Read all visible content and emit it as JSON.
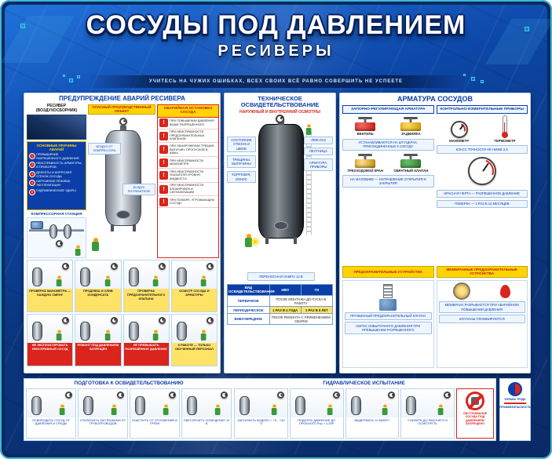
{
  "colors": {
    "frame": "#0a2a5e",
    "accent_cyan": "#3fb6d9",
    "heading_blue": "#0b3ea8",
    "warning_yellow": "#ffd400",
    "alert_red": "#d9251c"
  },
  "icons": {
    "vessel": "pressure-vessel-cylinder",
    "worker": "worker-figure",
    "gauge": "pressure-gauge",
    "valve": "shutoff-valve",
    "thermometer": "thermometer",
    "safety_valve": "spring-safety-valve",
    "membrane": "rupture-membrane",
    "prohibition": "prohibition-sign",
    "lamp": "portable-lamp"
  },
  "header": {
    "title": "СОСУДЫ ПОД ДАВЛЕНИЕМ",
    "subtitle": "РЕСИВЕРЫ",
    "motto": "УЧИТЕСЬ НА ЧУЖИХ ОШИБКАХ, ВСЕХ СВОИХ ВСЁ РАВНО СОВЕРШИТЬ НЕ УСПЕЕТЕ"
  },
  "prevention": {
    "title": "ПРЕДУПРЕЖДЕНИЕ АВАРИЙ РЕСИВЕРА",
    "receiver_label": "РЕСИВЕР (ВОЗДУХОСБОРНИК)",
    "danger_band": "ОПАСНЫЙ ПРОИЗВОДСТВЕННЫЙ ОБЪЕКТ",
    "inlet_label": "ВОЗДУХ ОТ КОМПРЕССОРА",
    "outlet_label": "ВОЗДУХ ПОТРЕБИТЕЛЮ",
    "causes_title": "ОСНОВНЫЕ ПРИЧИНЫ АВАРИЙ",
    "causes": [
      "ПРЕВЫШЕНИЕ РАЗРЕШЕННОГО ДАВЛЕНИЯ",
      "НЕИСПРАВНОСТЬ АРМАТУРЫ И ПРИБОРОВ",
      "ДЕФЕКТЫ И КОРРОЗИЯ СТЕНОК СОСУДА",
      "НАРУШЕНИЕ РЕЖИМА ЭКСПЛУАТАЦИИ",
      "ГИДРАВЛИЧЕСКИЕ УДАРЫ"
    ],
    "compressor_title": "КОМПРЕССОРНАЯ СТАНЦИЯ",
    "emergency_title": "АВАРИЙНАЯ ОСТАНОВКА СОСУДА",
    "emergency_items": [
      "ПРИ ПОВЫШЕНИИ ДАВЛЕНИЯ ВЫШЕ РАЗРЕШЕННОГО",
      "ПРИ НЕИСПРАВНОСТИ ПРЕДОХРАНИТЕЛЬНЫХ КЛАПАНОВ",
      "ПРИ ОБНАРУЖЕНИИ ТРЕЩИН, ВЫПУЧИН, ПРОПУСКОВ В ШВАХ",
      "ПРИ НЕИСПРАВНОСТИ МАНОМЕТРА",
      "ПРИ НЕИСПРАВНОСТИ УКАЗАТЕЛЯ УРОВНЯ ЖИДКОСТИ",
      "ПРИ НЕИСПРАВНОСТИ БЛОКИРОВОК И СИГНАЛИЗАЦИИ",
      "ПРИ ПОЖАРЕ, УГРОЖАЮЩЕМ СОСУДУ"
    ],
    "scenes": [
      {
        "caption": "ПРОВЕРКА МАНОМЕТРА — КАЖДУЮ СМЕНУ",
        "tone": "y"
      },
      {
        "caption": "ПРОДУВКА И СЛИВ КОНДЕНСАТА",
        "tone": "y"
      },
      {
        "caption": "ПРОВЕРКА ПРЕДОХРАНИТЕЛЬНОГО КЛАПАНА",
        "tone": "y"
      },
      {
        "caption": "ОСМОТР СОСУДА И АРМАТУРЫ",
        "tone": "y"
      },
      {
        "caption": "НЕ ЭКСПЛУАТИРОВАТЬ НЕИСПРАВНЫЙ СОСУД",
        "tone": "r"
      },
      {
        "caption": "РЕМОНТ ПОД ДАВЛЕНИЕМ ЗАПРЕЩЁН",
        "tone": "r"
      },
      {
        "caption": "НЕ ПРЕВЫШАТЬ РАЗРЕШЁННОЕ ДАВЛЕНИЕ",
        "tone": "r"
      },
      {
        "caption": "К РАБОТЕ — ТОЛЬКО ОБУЧЕННЫЙ ПЕРСОНАЛ",
        "tone": "y"
      }
    ]
  },
  "inspection": {
    "title": "ТЕХНИЧЕСКОЕ ОСВИДЕТЕЛЬСТВОВАНИЕ",
    "subtitle": "НАРУЖНЫЙ И ВНУТРЕННИЙ ОСМОТРЫ",
    "callouts_left": [
      "СОСТОЯНИЕ СТЕНОК И ШВОВ",
      "ТРЕЩИНЫ, ВЫПУЧИНЫ",
      "КОРРОЗИЯ, ИЗНОС"
    ],
    "callouts_right": [
      "ЛЮК-ЛАЗ",
      "ЛЕСТНИЦА",
      "АРМАТУРА, ПРИБОРЫ"
    ],
    "lamp_note": "ПЕРЕНОСНАЯ ЛАМПА 12 В",
    "table": {
      "col_type": "ВИД ОСВИДЕТЕЛЬСТВОВАНИЯ",
      "col_nvo": "НВО",
      "col_gi": "ГИ",
      "rows": [
        {
          "label": "ПЕРВИЧНОЕ",
          "value": "ПОСЛЕ МОНТАЖА ДО ПУСКА В РАБОТУ"
        },
        {
          "label": "ПЕРИОДИЧЕСКОЕ",
          "nvo": "1 РАЗ В 4 ГОДА",
          "gi": "1 РАЗ В 8 ЛЕТ"
        },
        {
          "label": "ВНЕОЧЕРЕДНОЕ",
          "value": "ПОСЛЕ РЕМОНТА С ПРИМЕНЕНИЕМ СВАРКИ"
        }
      ]
    }
  },
  "fittings": {
    "title": "АРМАТУРА СОСУДОВ",
    "left_header": "ЗАПОРНО-РЕГУЛИРУЮЩАЯ АРМАТУРА",
    "right_header": "КОНТРОЛЬНО-ИЗМЕРИТЕЛЬНЫЕ ПРИБОРЫ",
    "valve1": "ВЕНТИЛЬ",
    "valve2": "ЗАДВИЖКА",
    "valve3": "ТРЕХХОДОВОЙ КРАН",
    "valve4": "ОБРАТНЫЙ КЛАПАН",
    "left_caption1": "УСТАНАВЛИВАЮТСЯ НА ШТУЦЕРАХ, ПРИСОЕДИНЕННЫХ К СОСУДУ",
    "left_caption2": "НА МАХОВИКЕ — НАПРАВЛЕНИЕ ОТКРЫТИЯ И ЗАКРЫТИЯ",
    "gauge_label": "МАНОМЕТР",
    "thermo_label": "ТЕРМОМЕТР",
    "right_caption1": "КЛАСС ТОЧНОСТИ НЕ НИЖЕ 2,5",
    "right_caption2": "КРАСНАЯ ЧЕРТА — РАЗРЕШЕННОЕ ДАВЛЕНИЕ",
    "right_caption3": "ПОВЕРКА — 1 РАЗ В 12 МЕСЯЦЕВ",
    "band_left": "ПРЕДОХРАНИТЕЛЬНЫЕ УСТРОЙСТВА",
    "band_right": "МЕМБРАННЫЕ ПРЕДОХРАНИТЕЛЬНЫЕ УСТРОЙСТВА",
    "safety_caption1": "ПРУЖИННЫЙ ПРЕДОХРАНИТЕЛЬНЫЙ КЛАПАН",
    "safety_caption2": "СБРОС ИЗБЫТОЧНОГО ДАВЛЕНИЯ ПРИ ПРЕВЫШЕНИИ РАЗРЕШЕННОГО",
    "membrane_caption1": "МЕМБРАНА РАЗРЫВАЕТСЯ ПРИ АВАРИЙНОМ ПОВЫШЕНИИ ДАВЛЕНИЯ",
    "membrane_caption2": "КЛАПАНЫ ПЛОМБИРУЮТСЯ"
  },
  "strip": {
    "left_title": "ПОДГОТОВКА К ОСВИДЕТЕЛЬСТВОВАНИЮ",
    "right_title": "ГИДРАВЛИЧЕСКОЕ ИСПЫТАНИЕ",
    "left_scenes": [
      "ОСВОБОДИТЬ СОСУД ОТ ДАВЛЕНИЯ И СРЕДЫ",
      "ОТКЛЮЧИТЬ ЗАГЛУШКАМИ ОТ ТРУБОПРОВОДОВ",
      "ОЧИСТИТЬ ОТ ОТЛОЖЕНИЙ И ГРЯЗИ",
      "ОБЕСПЕЧИТЬ ОСВЕЩЕНИЕ 12 В"
    ],
    "right_scenes": [
      "ЗАПОЛНИТЬ ВОДОЙ t = +5…+40 °C",
      "ПОДНЯТЬ ДАВЛЕНИЕ ДО ПРОБНОГО Рпр = 1,25Р",
      "ВЫДЕРЖАТЬ 10 МИНУТ",
      "СНИЗИТЬ ДО РАБОЧЕГО И ОСМОТРЕТЬ"
    ],
    "prohibition": "ОБСТУКИВАНИЕ СОСУДА ПОД ДАВЛЕНИЕМ ЗАПРЕЩЕНО"
  },
  "logo": {
    "line1": "ОХРАНА ТРУДА",
    "line2": "ПРОМБЕЗОПАСНОСТЬ"
  }
}
